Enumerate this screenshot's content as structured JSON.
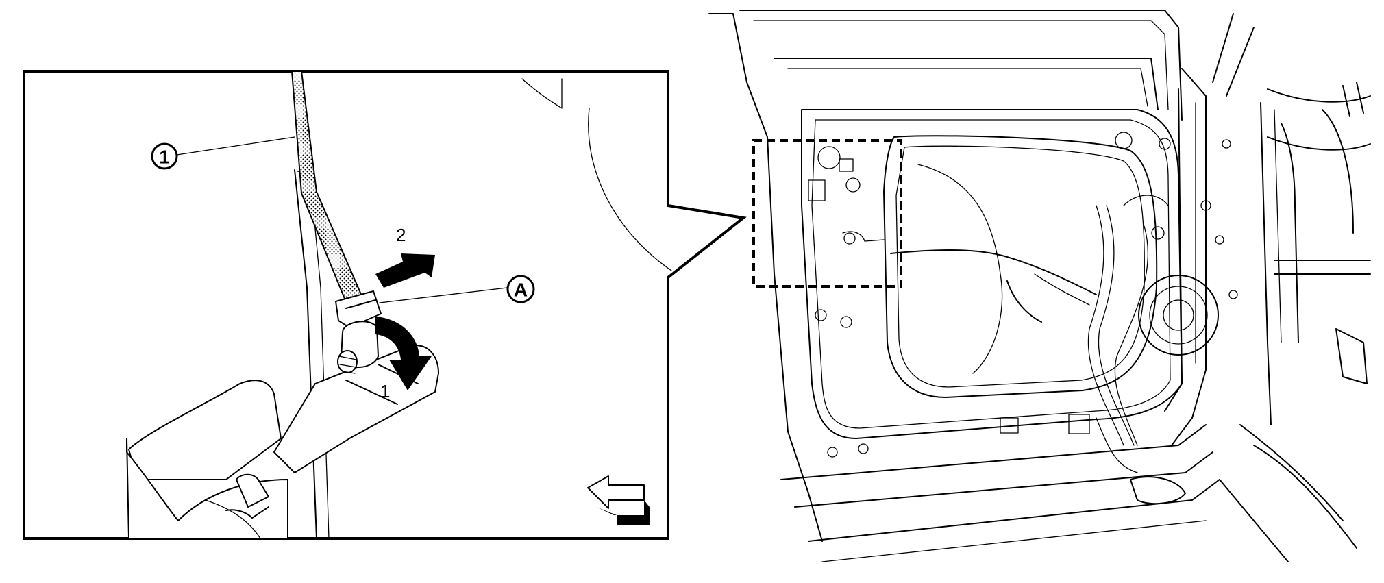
{
  "callouts": {
    "part_1": "1",
    "point_a": "A"
  },
  "steps": {
    "step_1": "1",
    "step_2": "2"
  },
  "icons": {
    "front_direction": "front-direction-arrow-icon",
    "move_arrow": "move-arrow-icon",
    "rotate_arrow": "rotate-arrow-icon"
  }
}
